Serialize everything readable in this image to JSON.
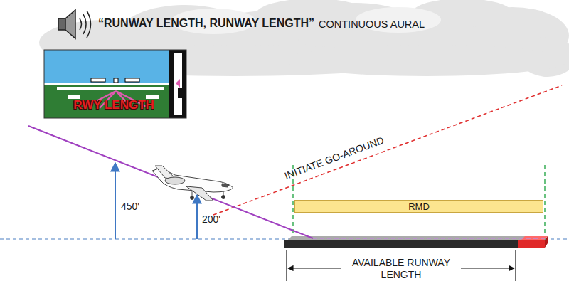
{
  "diagram": {
    "nodes": [
      {
        "text": [
          "RMD"
        ]
      }
    ],
    "labels": [
      "“RUNWAY LENGTH, RUNWAY LENGTH”",
      "CONTINUOUS AURAL",
      "RWY LENGTH",
      "450'",
      "200'",
      "INITIATE GO-AROUND",
      "AVAILABLE RUNWAY LENGTH"
    ]
  }
}
